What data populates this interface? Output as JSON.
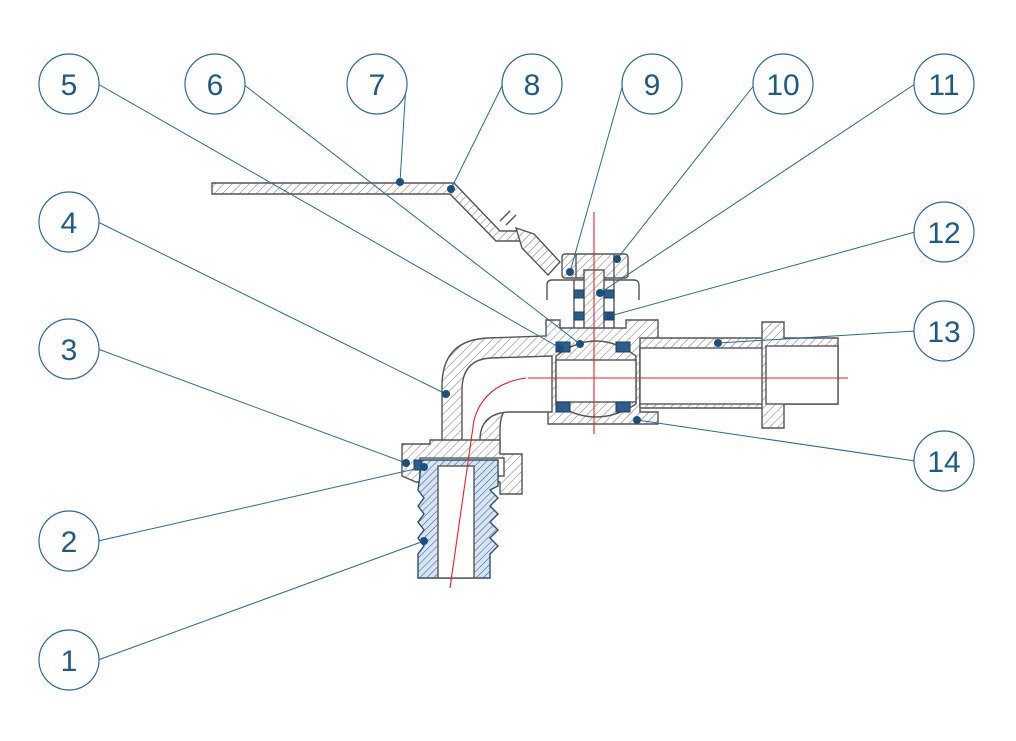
{
  "callouts": [
    {
      "id": "1",
      "label": "1"
    },
    {
      "id": "2",
      "label": "2"
    },
    {
      "id": "3",
      "label": "3"
    },
    {
      "id": "4",
      "label": "4"
    },
    {
      "id": "5",
      "label": "5"
    },
    {
      "id": "6",
      "label": "6"
    },
    {
      "id": "7",
      "label": "7"
    },
    {
      "id": "8",
      "label": "8"
    },
    {
      "id": "9",
      "label": "9"
    },
    {
      "id": "10",
      "label": "10"
    },
    {
      "id": "11",
      "label": "11"
    },
    {
      "id": "12",
      "label": "12"
    },
    {
      "id": "13",
      "label": "13"
    },
    {
      "id": "14",
      "label": "14"
    }
  ],
  "colors": {
    "callout": "#2a6a94",
    "section_line": "#555555",
    "center_axis": "#e0242a",
    "seal": "#2b5d8f"
  }
}
